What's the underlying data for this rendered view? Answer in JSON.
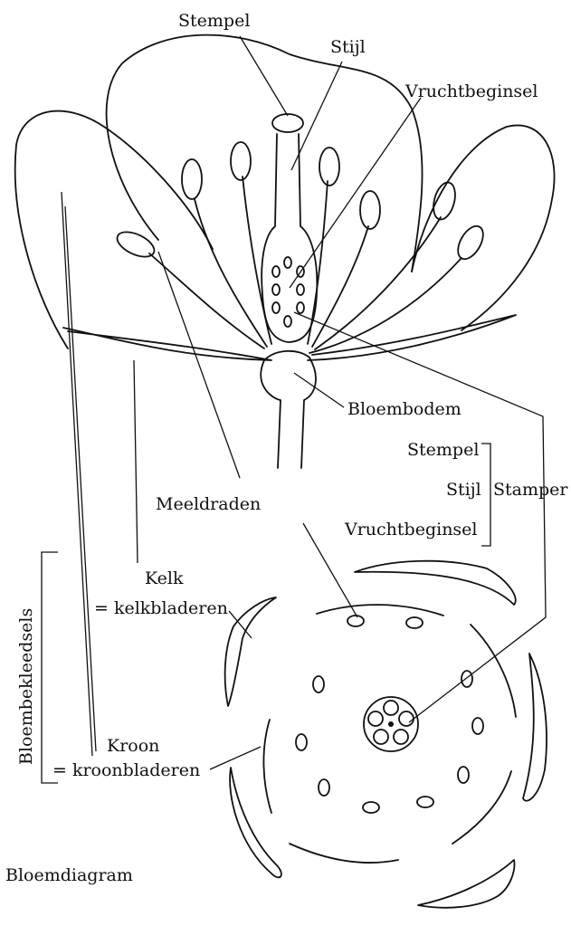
{
  "labels": {
    "stempel_top": "Stempel",
    "stijl_top": "Stijl",
    "vruchtbeginsel_top": "Vruchtbeginsel",
    "bloembodem": "Bloembodem",
    "stempel_list": "Stempel",
    "stijl_list": "Stijl",
    "stamper": "Stamper",
    "vruchtbeginsel_list": "Vruchtbeginsel",
    "meeldraden": "Meeldraden",
    "kelk": "Kelk",
    "kelkbladeren": "= kelkbladeren",
    "kroon": "Kroon",
    "kroonbladeren": "= kroonbladeren",
    "bloembekleedsels": "Bloembekleedsels",
    "bloemdiagram": "Bloemdiagram"
  }
}
